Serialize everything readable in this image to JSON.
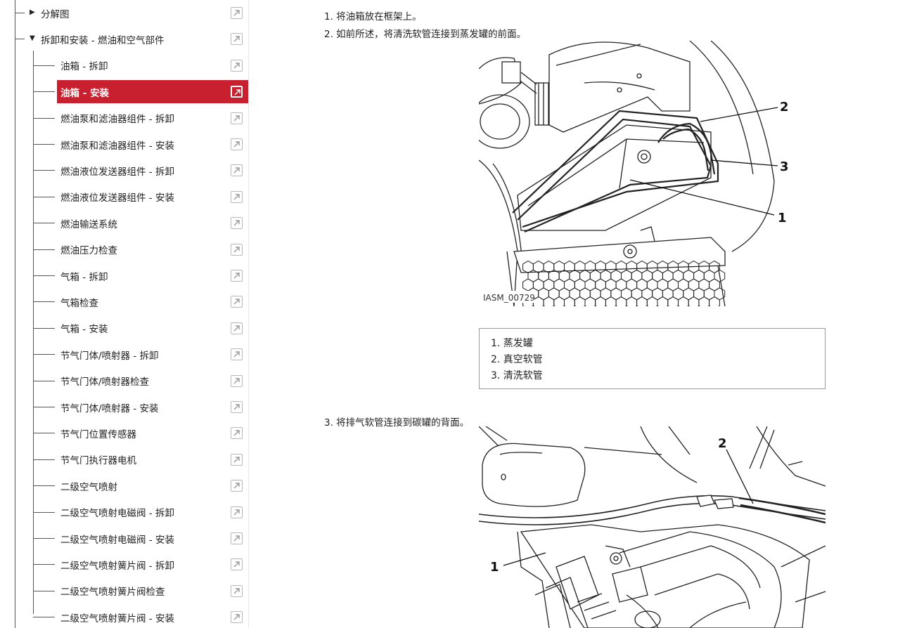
{
  "sidebar": {
    "items": [
      {
        "label": "分解图",
        "level": 1,
        "arrow": "▶",
        "active": false
      },
      {
        "label": "拆卸和安装 - 燃油和空气部件",
        "level": 1,
        "arrow": "▼",
        "active": false
      },
      {
        "label": "油箱 - 拆卸",
        "level": 2,
        "active": false
      },
      {
        "label": "油箱 - 安装",
        "level": 2,
        "active": true
      },
      {
        "label": "燃油泵和滤油器组件 - 拆卸",
        "level": 2,
        "active": false
      },
      {
        "label": "燃油泵和滤油器组件 - 安装",
        "level": 2,
        "active": false
      },
      {
        "label": "燃油液位发送器组件 - 拆卸",
        "level": 2,
        "active": false
      },
      {
        "label": "燃油液位发送器组件 - 安装",
        "level": 2,
        "active": false
      },
      {
        "label": "燃油输送系统",
        "level": 2,
        "active": false
      },
      {
        "label": "燃油压力检查",
        "level": 2,
        "active": false
      },
      {
        "label": "气箱 - 拆卸",
        "level": 2,
        "active": false
      },
      {
        "label": "气箱检查",
        "level": 2,
        "active": false
      },
      {
        "label": "气箱 - 安装",
        "level": 2,
        "active": false
      },
      {
        "label": "节气门体/喷射器 - 拆卸",
        "level": 2,
        "active": false
      },
      {
        "label": "节气门体/喷射器检查",
        "level": 2,
        "active": false
      },
      {
        "label": "节气门体/喷射器 - 安装",
        "level": 2,
        "active": false
      },
      {
        "label": "节气门位置传感器",
        "level": 2,
        "active": false
      },
      {
        "label": "节气门执行器电机",
        "level": 2,
        "active": false
      },
      {
        "label": "二级空气喷射",
        "level": 2,
        "active": false
      },
      {
        "label": "二级空气喷射电磁阀 - 拆卸",
        "level": 2,
        "active": false
      },
      {
        "label": "二级空气喷射电磁阀 - 安装",
        "level": 2,
        "active": false
      },
      {
        "label": "二级空气喷射簧片阀 - 拆卸",
        "level": 2,
        "active": false
      },
      {
        "label": "二级空气喷射簧片阀检查",
        "level": 2,
        "active": false
      },
      {
        "label": "二级空气喷射簧片阀 - 安装",
        "level": 2,
        "active": false
      }
    ]
  },
  "content": {
    "step1": "1. 将油箱放在框架上。",
    "step2": "2. 如前所述，将清洗软管连接到蒸发罐的前面。",
    "step3": "3. 将排气软管连接到碳罐的背面。",
    "figure1": {
      "id_label": "IASM_00729",
      "callouts": [
        "2",
        "3",
        "1"
      ]
    },
    "legend": [
      "1. 蒸发罐",
      "2. 真空软管",
      "3. 清洗软管"
    ],
    "figure2": {
      "callouts": [
        "2",
        "1"
      ]
    }
  },
  "colors": {
    "active_bg": "#c8202f",
    "tree_line": "#555555",
    "border": "#999999"
  },
  "icons": {
    "external": "external-link-icon",
    "expand": "expand-arrow-icon",
    "collapse": "collapse-arrow-icon"
  }
}
